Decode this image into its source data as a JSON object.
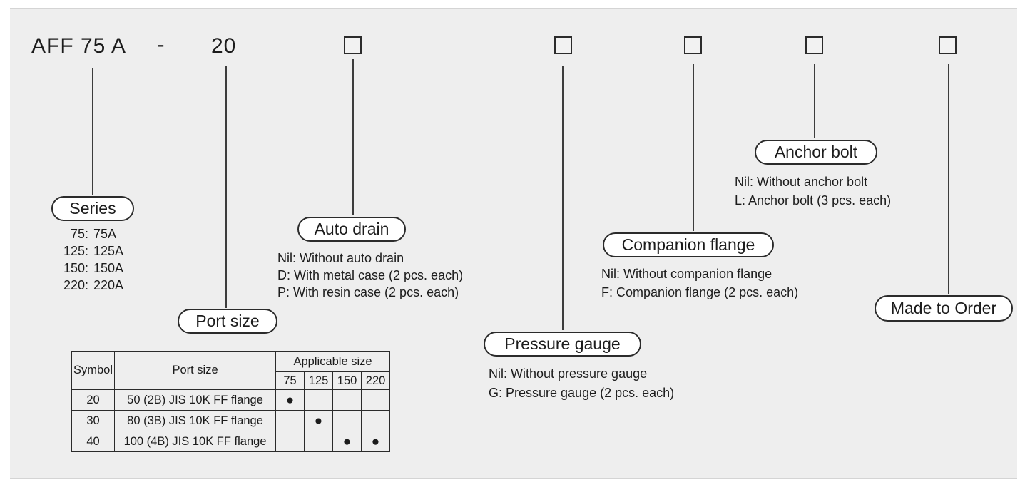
{
  "model_code": {
    "prefix": "AFF 75 A",
    "separator": "-",
    "port_value": "20"
  },
  "sections": {
    "series": {
      "label": "Series",
      "options": [
        {
          "code": "75:",
          "label": "75A"
        },
        {
          "code": "125:",
          "label": "125A"
        },
        {
          "code": "150:",
          "label": "150A"
        },
        {
          "code": "220:",
          "label": "220A"
        }
      ]
    },
    "port_size": {
      "label": "Port size",
      "table": {
        "col_symbol": "Symbol",
        "col_port_size": "Port size",
        "col_applicable": "Applicable size",
        "sizes": [
          "75",
          "125",
          "150",
          "220"
        ],
        "rows": [
          {
            "symbol": "20",
            "port": "50 (2B) JIS 10K FF flange",
            "marks": [
              "●",
              "",
              "",
              ""
            ]
          },
          {
            "symbol": "30",
            "port": "80 (3B) JIS 10K FF flange",
            "marks": [
              "",
              "●",
              "",
              ""
            ]
          },
          {
            "symbol": "40",
            "port": "100 (4B) JIS 10K FF flange",
            "marks": [
              "",
              "",
              "●",
              "●"
            ]
          }
        ]
      }
    },
    "auto_drain": {
      "label": "Auto drain",
      "options": [
        "Nil: Without auto drain",
        "D: With metal case (2 pcs. each)",
        "P: With resin case (2 pcs. each)"
      ]
    },
    "pressure_gauge": {
      "label": "Pressure gauge",
      "options": [
        "Nil: Without pressure gauge",
        "G: Pressure gauge (2 pcs. each)"
      ]
    },
    "companion_flange": {
      "label": "Companion flange",
      "options": [
        "Nil: Without companion flange",
        "F: Companion flange (2 pcs. each)"
      ]
    },
    "anchor_bolt": {
      "label": "Anchor bolt",
      "options": [
        "Nil: Without anchor bolt",
        "L: Anchor bolt (3 pcs. each)"
      ]
    },
    "made_to_order": {
      "label": "Made to Order"
    }
  },
  "colors": {
    "panel_bg": "#eeeeee",
    "ink": "#1c1c1c",
    "bubble_bg": "#ffffff"
  }
}
